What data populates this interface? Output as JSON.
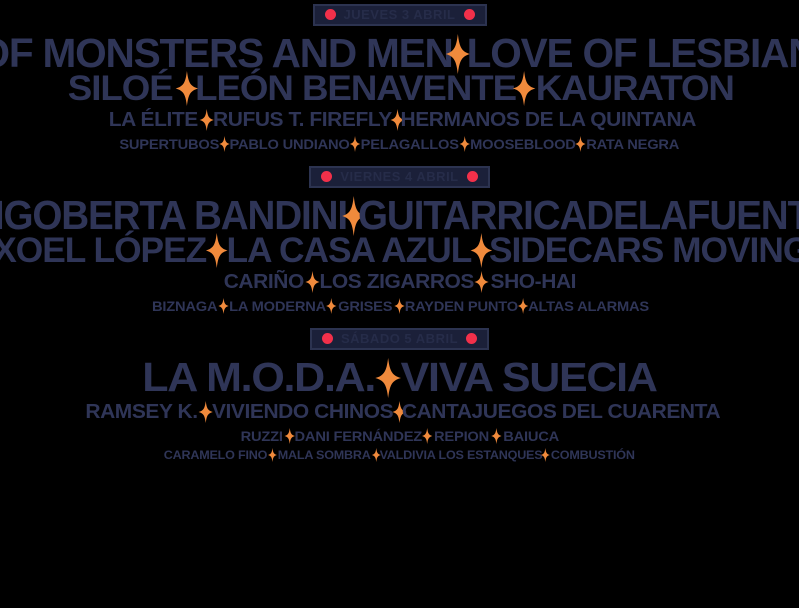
{
  "poster": {
    "background_color": "#000000",
    "text_color": "#2f3557",
    "accent_color": "#f08a3c",
    "badge_dot_color": "#f2304a",
    "badge_bg_color": "#1b2039",
    "badge_border_color": "#2c3350"
  },
  "days": [
    {
      "date_label": "JUEVES 3 ABRIL",
      "tiers": [
        {
          "size": "tier-1",
          "sep": "s1",
          "gap": "gap1",
          "artists": [
            "OF MONSTERS AND MEN",
            "LOVE OF LESBIAN"
          ]
        },
        {
          "size": "tier-2",
          "sep": "s2",
          "gap": "gap2",
          "artists": [
            "SILOÉ",
            "LEÓN BENAVENTE",
            "KAURATON"
          ]
        },
        {
          "size": "tier-3",
          "sep": "s3",
          "gap": "gap3",
          "artists": [
            "LA ÉLITE",
            "RUFUS T. FIREFLY",
            "HERMANOS DE LA QUINTANA"
          ]
        },
        {
          "size": "tier-4",
          "sep": "s4",
          "gap": "gap4",
          "artists": [
            "SUPERTUBOS",
            "PABLO UNDIANO",
            "PELAGALLOS",
            "MOOSEBLOOD",
            "RATA NEGRA"
          ]
        }
      ]
    },
    {
      "date_label": "VIERNES 4 ABRIL",
      "tiers": [
        {
          "size": "tier-1",
          "sep": "s1",
          "gap": "gap1",
          "artists": [
            "RIGOBERTA BANDINI",
            "GUITARRICADELAFUENTE"
          ]
        },
        {
          "size": "tier-2",
          "sep": "s2",
          "gap": "gap2",
          "artists": [
            "XOEL LÓPEZ",
            "LA CASA AZUL",
            "SIDECARS MOVING"
          ]
        },
        {
          "size": "tier-3",
          "sep": "s3",
          "gap": "gap3",
          "artists": [
            "CARIÑO",
            "LOS ZIGARROS",
            "SHO-HAI"
          ]
        },
        {
          "size": "tier-4",
          "sep": "s4",
          "gap": "gap4",
          "artists": [
            "BIZNAGA",
            "LA MODERNA",
            "GRISES",
            "RAYDEN PUNTO",
            "ALTAS ALARMAS"
          ]
        }
      ]
    },
    {
      "date_label": "SÁBADO 5 ABRIL",
      "tiers": [
        {
          "size": "tier-1",
          "sep": "s1",
          "gap": "gap1",
          "artists": [
            "LA M.O.D.A.",
            "VIVA SUECIA"
          ]
        },
        {
          "size": "tier-3",
          "sep": "s3",
          "gap": "gap3",
          "artists": [
            "RAMSEY K.",
            "VIVIENDO CHINOS",
            "CANTAJUEGOS DEL CUARENTA"
          ]
        },
        {
          "size": "tier-4",
          "sep": "s4",
          "gap": "gap4",
          "artists": [
            "RUZZI",
            "DANI FERNÁNDEZ",
            "REPION",
            "BAIUCA"
          ]
        },
        {
          "size": "tier-5",
          "sep": "s5",
          "gap": "gap5",
          "artists": [
            "CARAMELO FINO",
            "MALA SOMBRA",
            "VALDIVIA LOS ESTANQUES",
            "COMBUSTIÓN"
          ]
        }
      ]
    }
  ]
}
